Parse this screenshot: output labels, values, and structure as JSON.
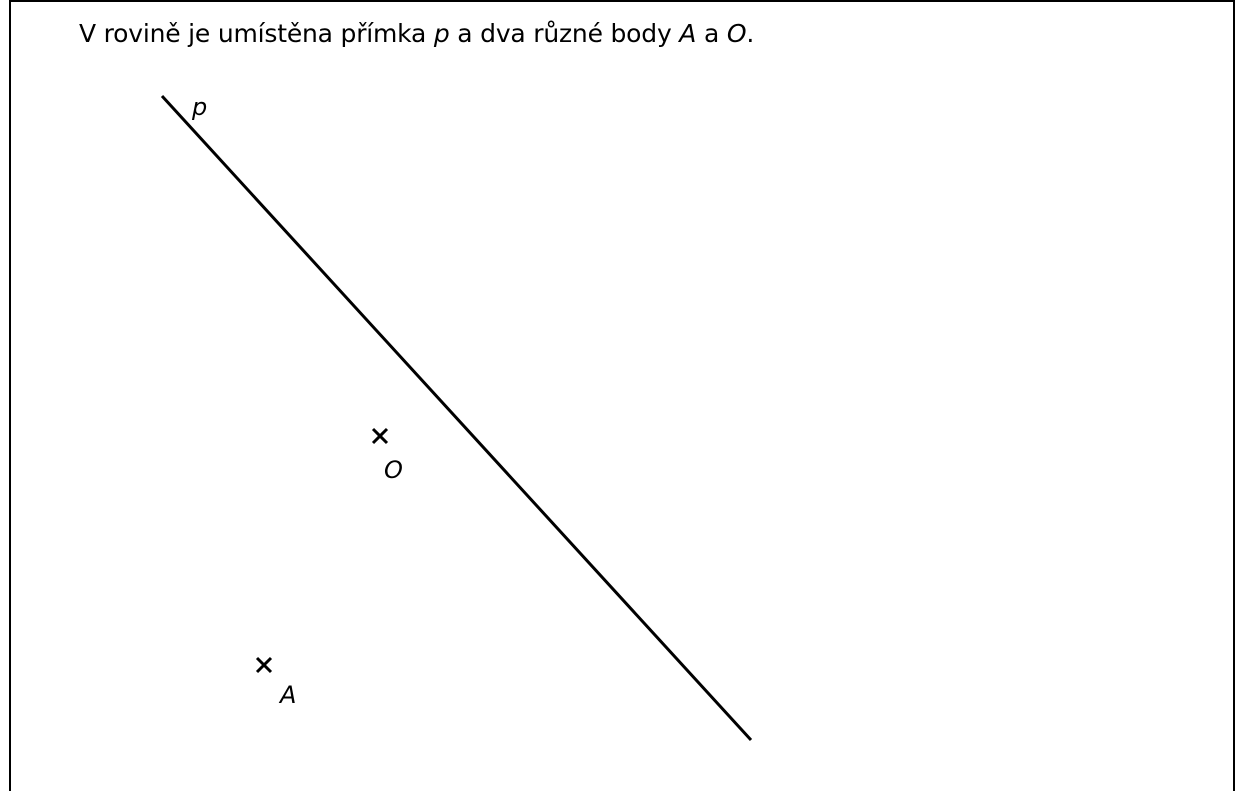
{
  "task": {
    "text_before_p": "V rovině je umístěna přímka ",
    "p": "p",
    "text_between_1": " a dva různé body ",
    "a": "A",
    "text_between_2": " a ",
    "o": "O",
    "text_end": "."
  },
  "figure": {
    "line_label": "p",
    "point_o_label": "O",
    "point_a_label": "A",
    "stroke_color": "#000000"
  }
}
